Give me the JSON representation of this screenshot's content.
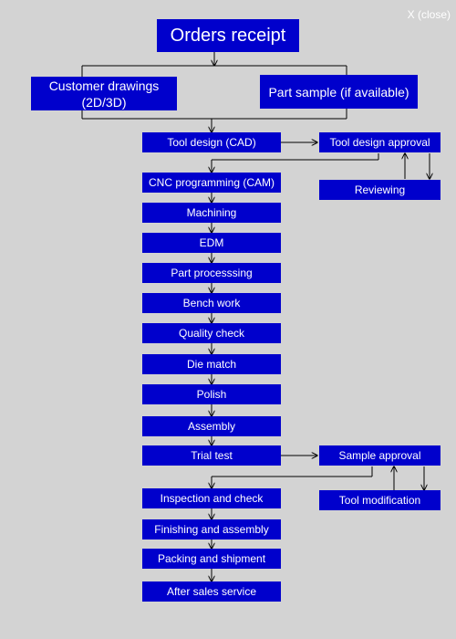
{
  "close_label": "X (close)",
  "nodes": {
    "orders_receipt": "Orders receipt",
    "customer_drawings": "Customer drawings (2D/3D)",
    "part_sample": "Part sample (if available)",
    "tool_design": "Tool design (CAD)",
    "tool_design_approval": "Tool design approval",
    "reviewing": "Reviewing",
    "cnc_programming": "CNC programming (CAM)",
    "machining": "Machining",
    "edm": "EDM",
    "part_processing": "Part processsing",
    "bench_work": "Bench work",
    "quality_check": "Quality check",
    "die_match": "Die match",
    "polish": "Polish",
    "assembly": "Assembly",
    "trial_test": "Trial test",
    "sample_approval": "Sample approval",
    "tool_modification": "Tool modification",
    "inspection_and_check": "Inspection and check",
    "finishing_and_assembly": "Finishing and assembly",
    "packing_and_shipment": "Packing and shipment",
    "after_sales_service": "After sales service"
  },
  "colors": {
    "box_fill": "#0000cc",
    "box_text": "#ffffff",
    "background": "#d3d3d3",
    "line": "#000000"
  }
}
